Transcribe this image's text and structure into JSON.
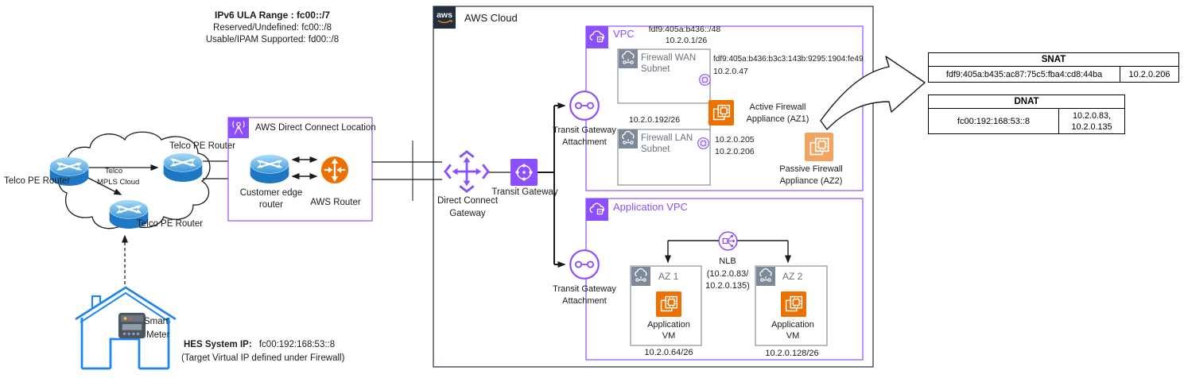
{
  "notes": {
    "ipv6_title": "IPv6 ULA Range : fc00::/7",
    "ipv6_reserved": "Reserved/Undefined: fc00::/8",
    "ipv6_usable": "Usable/IPAM Supported: fd00::/8",
    "hes_label": "HES System IP:",
    "hes_ip": "fc00:192:168:53::8",
    "hes_note": "(Target Virtual IP defined under Firewall)"
  },
  "telco": {
    "pe_router_label": "Telco PE Router",
    "cloud_line1": "Telco",
    "cloud_line2": "MPLS Cloud"
  },
  "house": {
    "meter_line1": "Smart",
    "meter_line2": "Meter"
  },
  "dx_location": {
    "title": "AWS Direct Connect Location",
    "customer_router_line1": "Customer edge",
    "customer_router_line2": "router",
    "aws_router_label": "AWS Router"
  },
  "aws_cloud": {
    "logo_text": "aws",
    "title": "AWS Cloud"
  },
  "gateways": {
    "dcg_line1": "Direct Connect",
    "dcg_line2": "Gateway",
    "tgw_label": "Transit Gateway",
    "tga_line1": "Transit Gateway",
    "tga_line2": "Attachment"
  },
  "vpc": {
    "title": "VPC",
    "cidr_ipv6": "fdf9:405a:b436::/48",
    "cidr_ipv4": "10.2.0.1/26",
    "wan_subnet_line1": "Firewall WAN",
    "wan_subnet_line2": "Subnet",
    "wan_eni_ipv6": "fdf9:405a:b436:b3c3:143b:9295:1904:fe49",
    "wan_eni_ipv4": "10.2.0.47",
    "lan_cidr": "10.2.0.192/26",
    "lan_subnet_line1": "Firewall LAN",
    "lan_subnet_line2": "Subnet",
    "lan_eni_ip1": "10.2.0.205",
    "lan_eni_ip2": "10.2.0.206",
    "active_fw_line1": "Active Firewall",
    "active_fw_line2": "Appliance (AZ1)",
    "passive_fw_line1": "Passive Firewall",
    "passive_fw_line2": "Appliance (AZ2)"
  },
  "app_vpc": {
    "title": "Application VPC",
    "nlb_line1": "NLB",
    "nlb_line2": "(10.2.0.83/",
    "nlb_line3": "10.2.0.135)",
    "az1_title": "AZ 1",
    "az2_title": "AZ 2",
    "vm_line1": "Application",
    "vm_line2": "VM",
    "az1_cidr": "10.2.0.64/26",
    "az2_cidr": "10.2.0.128/26"
  },
  "snat": {
    "title": "SNAT",
    "source_ip": "fdf9:405a:b435:ac87:75c5:fba4:cd8:44ba",
    "translated_ip": "10.2.0.206"
  },
  "dnat": {
    "title": "DNAT",
    "dest_ip": "fc00:192:168:53::8",
    "translated_line1": "10.2.0.83,",
    "translated_line2": "10.2.0.135"
  },
  "colors": {
    "aws_purple": "#8C4FFF",
    "aws_orange": "#ED7100",
    "aws_dark": "#232F3E",
    "router_blue": "#3E96D8",
    "house_blue": "#2086E8",
    "subnet_gray": "#7D8998"
  }
}
